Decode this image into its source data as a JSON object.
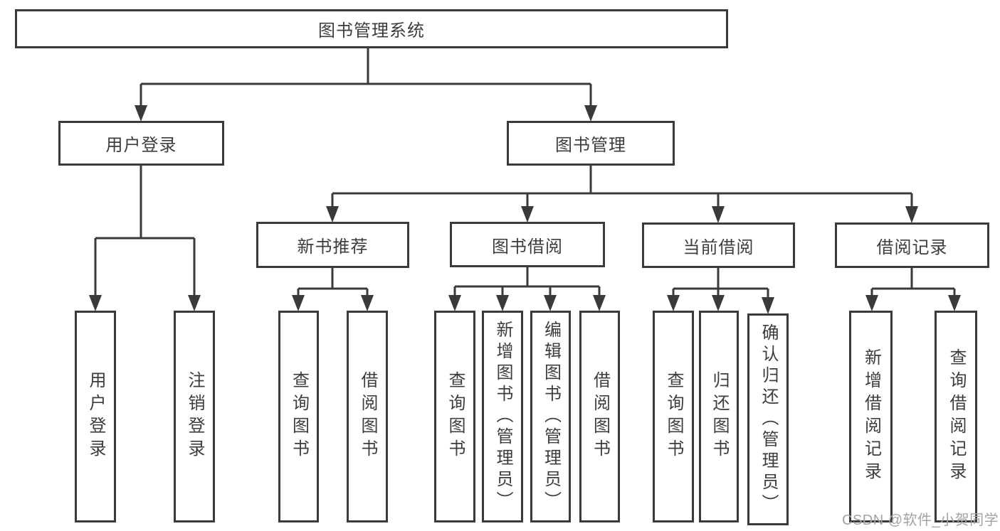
{
  "diagram_title": "图书管理系统",
  "nodes": {
    "root": "图书管理系统",
    "user_login": "用户登录",
    "book_management": "图书管理",
    "new_book_recommend": "新书推荐",
    "book_borrowing": "图书借阅",
    "current_borrowing": "当前借阅",
    "borrowing_records": "借阅记录",
    "leaf_user_login": "用户登录",
    "leaf_logout": "注销登录",
    "leaf_nb_query_books": "查询图书",
    "leaf_nb_borrow_books": "借阅图书",
    "leaf_bb_query_books": "查询图书",
    "leaf_bb_add_books_admin": "新增图书（管理员）",
    "leaf_bb_edit_books_admin": "编辑图书（管理员）",
    "leaf_bb_borrow_books": "借阅图书",
    "leaf_cb_query_books": "查询图书",
    "leaf_cb_return_books": "归还图书",
    "leaf_cb_confirm_return_admin": "确认归还（管理员）",
    "leaf_br_add_record": "新增借阅记录",
    "leaf_br_query_record": "查询借阅记录"
  },
  "watermark": "CSDN @软件_小贺同学",
  "colors": {
    "line": "#3a3a3a",
    "text": "#3d3d3d",
    "box_fill": "#ffffff",
    "background": "#ffffff",
    "watermark_text": "#a3a3a3"
  }
}
